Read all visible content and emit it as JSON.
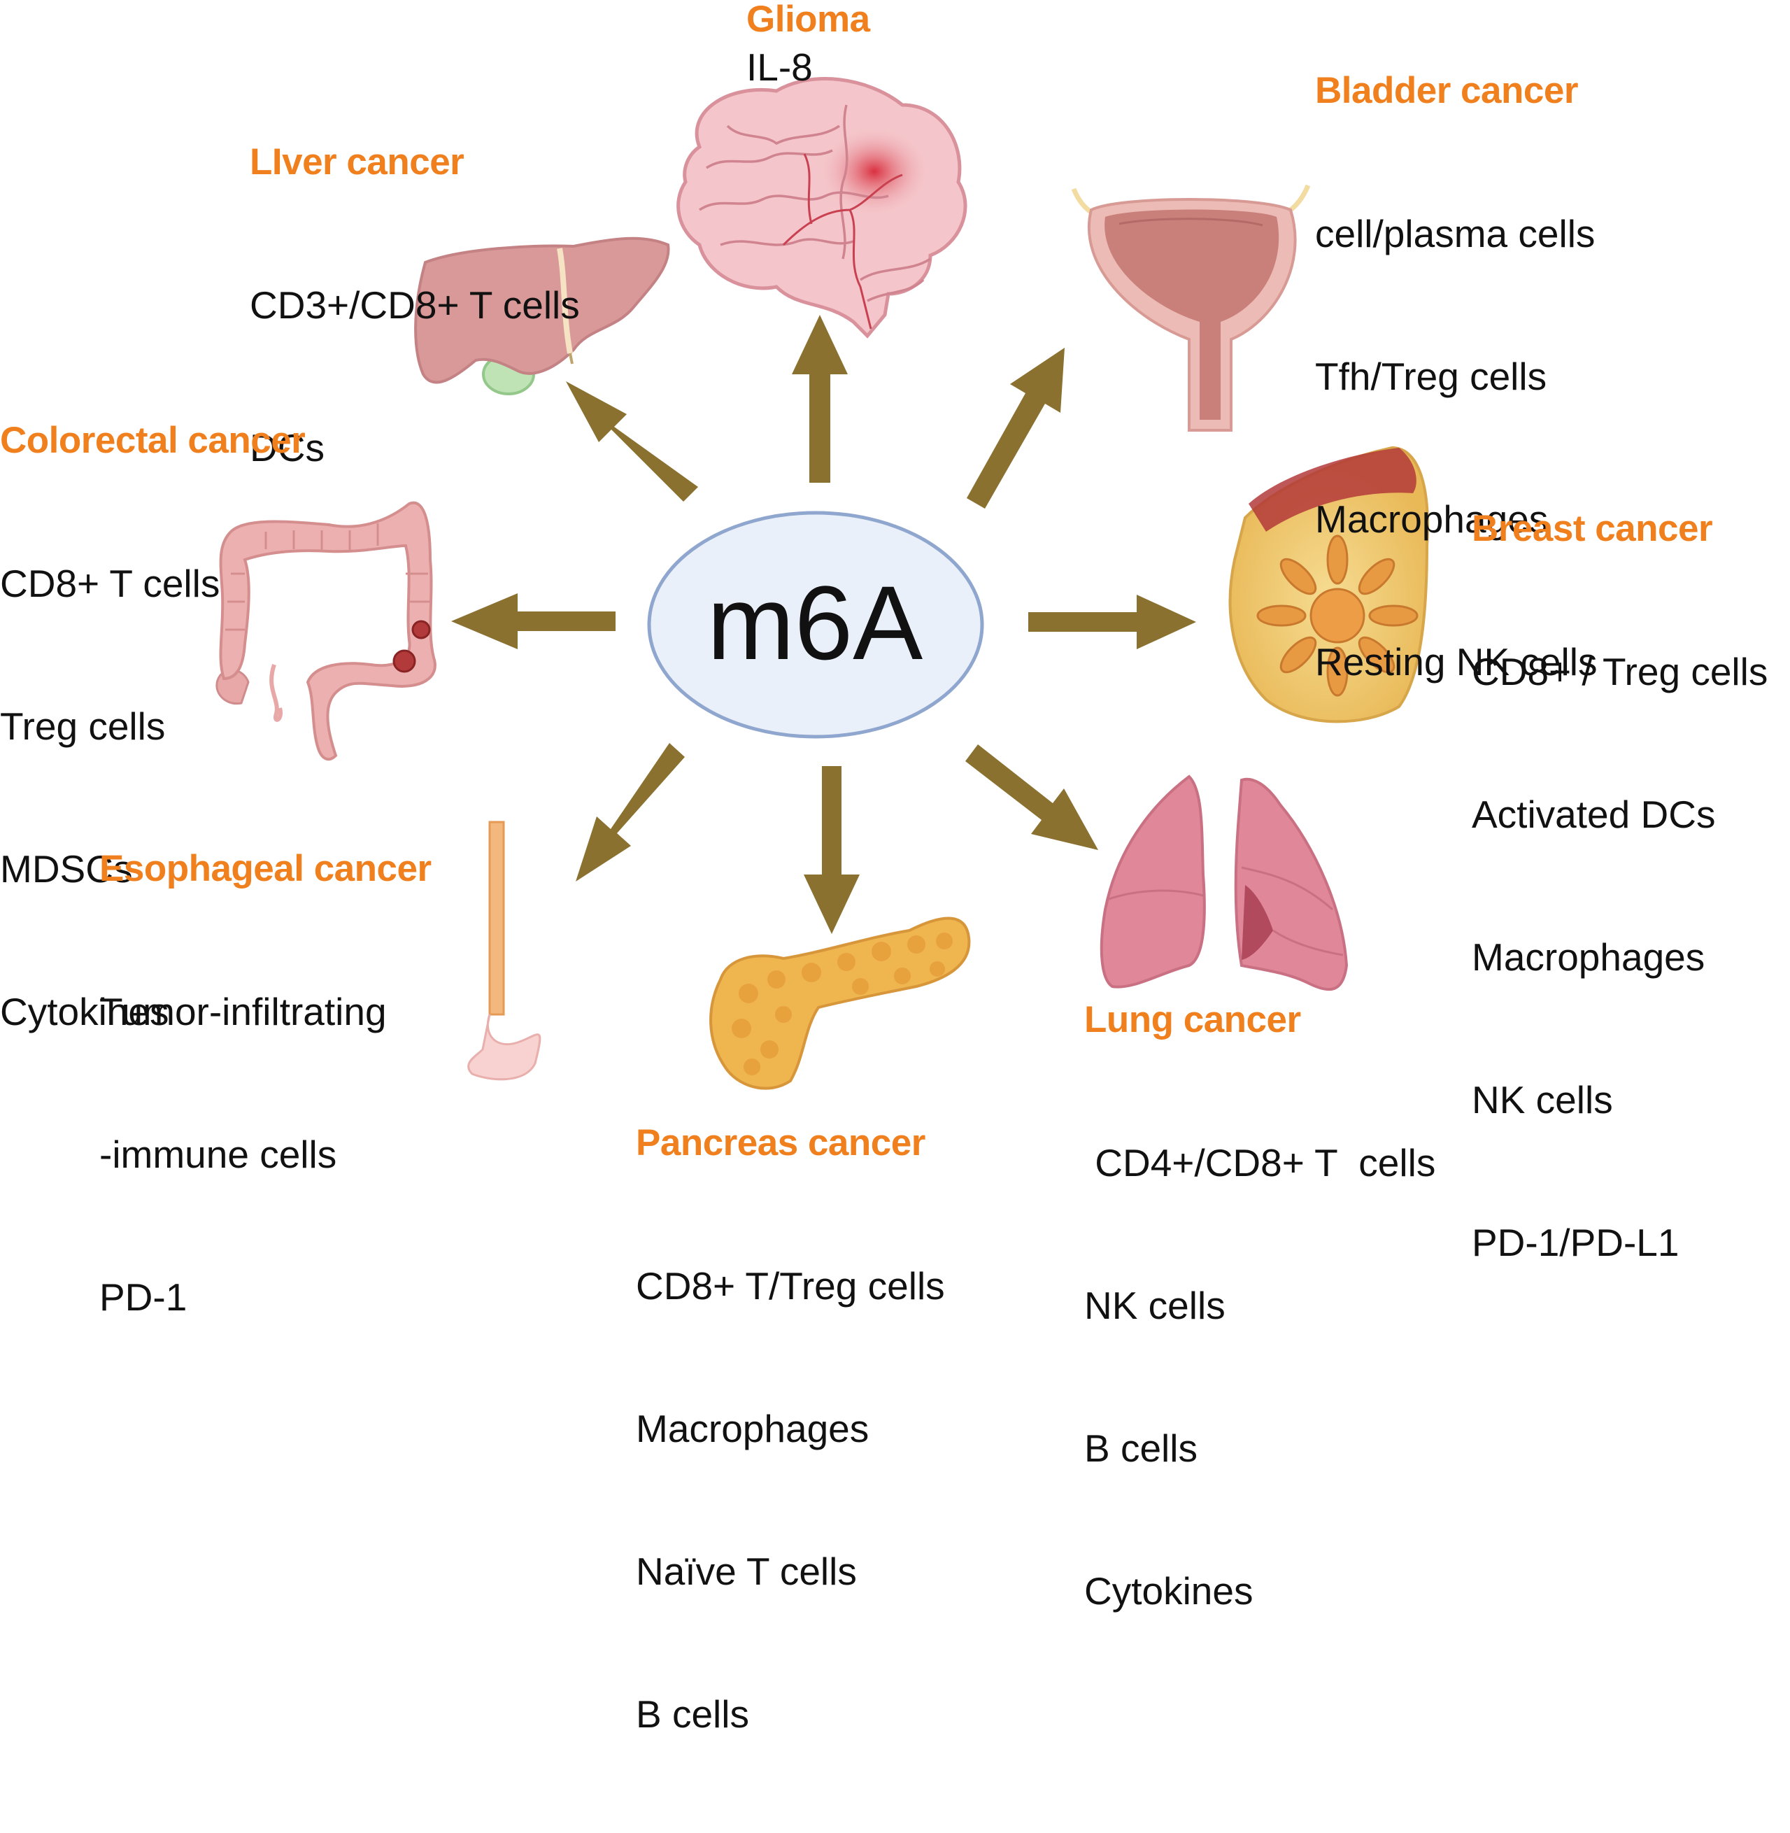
{
  "center": {
    "label": "m6A"
  },
  "cancers": {
    "glioma": {
      "title": "Glioma",
      "items": [
        "IL-8"
      ]
    },
    "liver": {
      "title": "LIver cancer",
      "items": [
        "CD3+/CD8+ T cells",
        "DCs"
      ]
    },
    "bladder": {
      "title": "Bladder cancer",
      "items": [
        "cell/plasma cells",
        "Tfh/Treg cells",
        "Macrophages",
        "Resting NK cells"
      ]
    },
    "colorectal": {
      "title": "Colorectal cancer",
      "items": [
        "CD8+ T cells",
        "Treg cells",
        "MDSCs",
        "Cytokines"
      ]
    },
    "breast": {
      "title": "Breast cancer",
      "items": [
        "CD8+ / Treg cells",
        "Activated DCs",
        "Macrophages",
        "NK cells",
        "PD-1/PD-L1"
      ]
    },
    "esophageal": {
      "title": "Esophageal cancer",
      "items": [
        "Tumor-infiltrating",
        "-immune cells",
        "PD-1"
      ]
    },
    "pancreas": {
      "title": "Pancreas cancer",
      "items": [
        "CD8+ T/Treg cells",
        "Macrophages",
        "Naïve T cells",
        "B cells"
      ]
    },
    "lung": {
      "title": "Lung cancer",
      "items": [
        " CD4+/CD8+ T  cells",
        "NK cells",
        "B cells",
        "Cytokines"
      ]
    }
  },
  "colors": {
    "title": "#F07F1E",
    "arrow": "#8B7130",
    "ellipse_fill": "#EAF0F9",
    "ellipse_stroke": "#8FA6CF"
  },
  "icons": [
    "brain-icon",
    "liver-icon",
    "bladder-icon",
    "colon-icon",
    "breast-icon",
    "esophagus-icon",
    "pancreas-icon",
    "lungs-icon"
  ]
}
